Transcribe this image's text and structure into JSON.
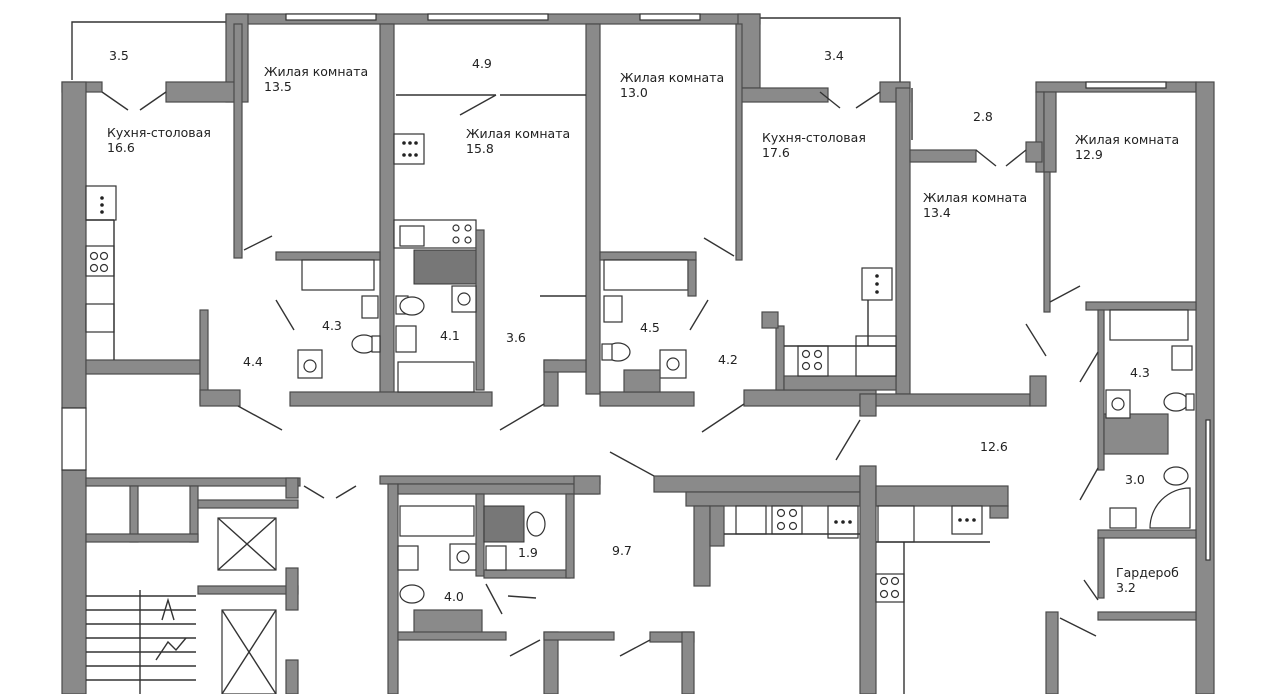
{
  "rooms": [
    {
      "id": "kitchen-1",
      "name": "Кухня-столовая",
      "area": "16.6"
    },
    {
      "id": "living-1",
      "name": "Жилая комната",
      "area": "13.5"
    },
    {
      "id": "living-2",
      "name": "Жилая комната",
      "area": "15.8"
    },
    {
      "id": "living-3",
      "name": "Жилая комната",
      "area": "13.0"
    },
    {
      "id": "kitchen-2",
      "name": "Кухня-столовая",
      "area": "17.6"
    },
    {
      "id": "living-4",
      "name": "Жилая комната",
      "area": "13.4"
    },
    {
      "id": "living-5",
      "name": "Жилая комната",
      "area": "12.9"
    },
    {
      "id": "wardrobe",
      "name": "Гардероб",
      "area": "3.2"
    }
  ],
  "areas": {
    "balcony_1": "3.5",
    "balcony_2": "4.9",
    "balcony_3": "3.4",
    "balcony_4": "2.8",
    "bath_1": "4.3",
    "bath_2": "4.1",
    "hall_1": "3.6",
    "bath_3": "4.5",
    "hall_2": "4.4",
    "hall_3": "4.2",
    "hall_4": "12.6",
    "bath_4": "4.3",
    "bath_5": "3.0",
    "wc_1": "1.9",
    "corridor": "9.7",
    "bath_6": "4.0"
  },
  "colors": {
    "wall": "#8a8a8a",
    "line": "#333333",
    "background": "#ffffff"
  }
}
